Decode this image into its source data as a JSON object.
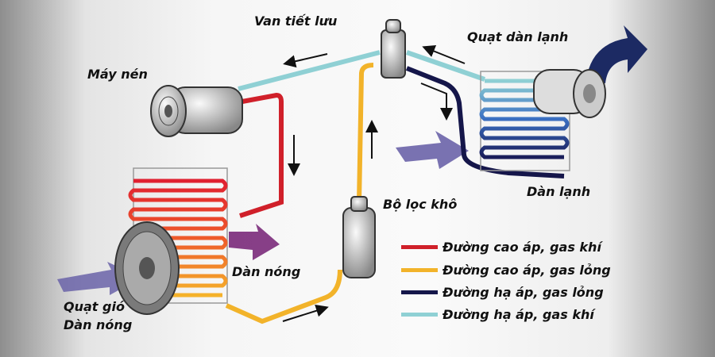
{
  "labels": {
    "expansion_valve": "Van tiết lưu",
    "compressor": "Máy nén",
    "evaporator_fan": "Quạt dàn lạnh",
    "evaporator": "Dàn lạnh",
    "receiver_drier": "Bộ lọc khô",
    "condenser": "Dàn nóng",
    "condenser_fan_line1": "Quạt gió",
    "condenser_fan_line2": "Dàn nóng"
  },
  "legend": [
    {
      "label": "Đường cao áp, gas khí",
      "color": "#d0202a"
    },
    {
      "label": "Đường cao áp, gas lỏng",
      "color": "#f2b32a"
    },
    {
      "label": "Đường hạ áp, gas lỏng",
      "color": "#15164a"
    },
    {
      "label": "Đường hạ áp, gas khí",
      "color": "#8fd0d4"
    }
  ]
}
